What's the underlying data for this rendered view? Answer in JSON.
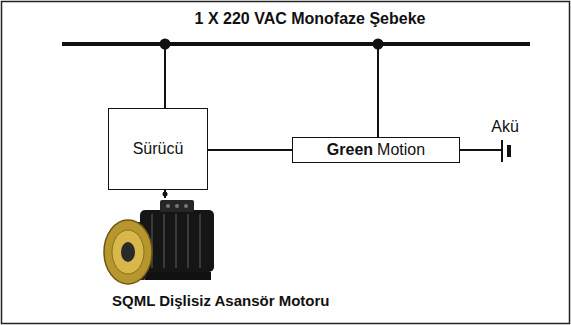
{
  "diagram": {
    "nodes": [
      {
        "text": [
          "1 X 220 VAC Monofaze Şebeke"
        ]
      },
      {
        "text": [
          "Sürücü"
        ]
      },
      {
        "text": [
          "Green",
          "Motion"
        ]
      },
      {
        "text": [
          "Akü"
        ]
      },
      {
        "text": [
          "SQML Dişlisiz Asansör Motoru"
        ]
      }
    ],
    "edges": [
      {
        "from": 0,
        "to": 1,
        "arrow": "none"
      },
      {
        "from": 0,
        "to": 2,
        "arrow": "none"
      },
      {
        "from": 1,
        "to": 2,
        "arrow": "none"
      },
      {
        "from": 2,
        "to": 3,
        "arrow": "none"
      },
      {
        "from": 1,
        "to": 4,
        "arrow": "none"
      }
    ]
  }
}
